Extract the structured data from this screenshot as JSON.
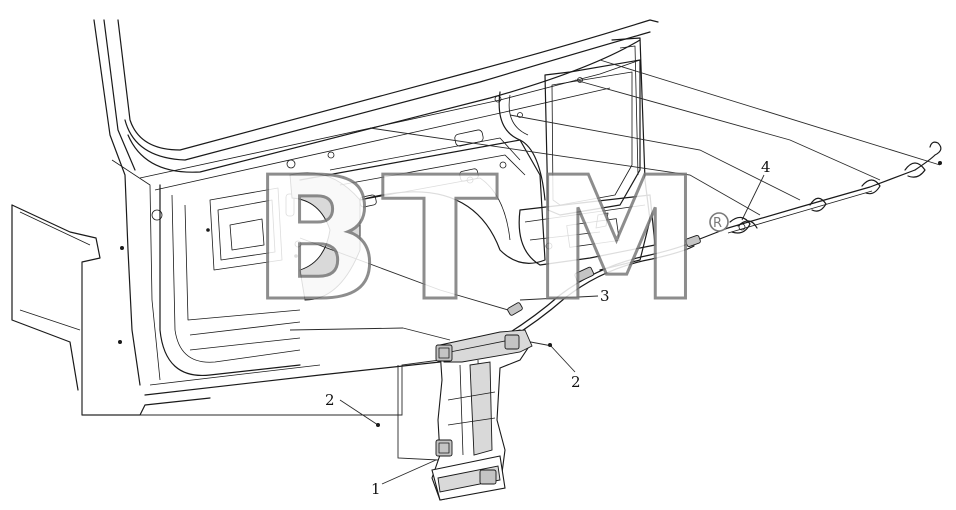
{
  "callouts": {
    "label_1": "1",
    "label_2a": "2",
    "label_2b": "2",
    "label_3": "3",
    "label_4": "4"
  },
  "watermark": {
    "letters": [
      "B",
      "T",
      "M"
    ],
    "registered": "R"
  },
  "colors": {
    "line": "#1a1a1a",
    "shade": "#d9d9d9",
    "watermark": "#7a7a7a"
  }
}
